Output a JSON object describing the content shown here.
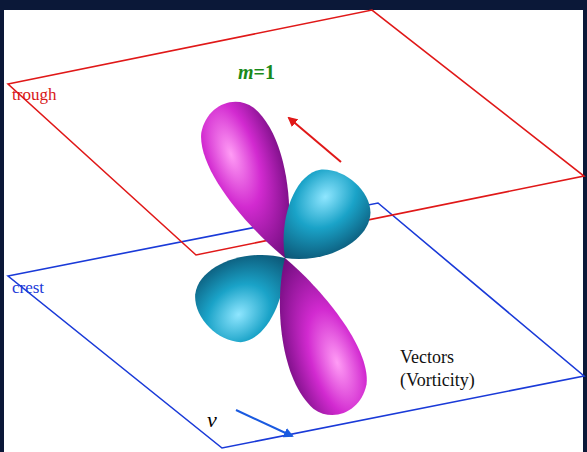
{
  "diagram": {
    "labels": [
      "trough",
      "m=1",
      "crest",
      "v",
      "Vectors (Vorticity)"
    ]
  }
}
